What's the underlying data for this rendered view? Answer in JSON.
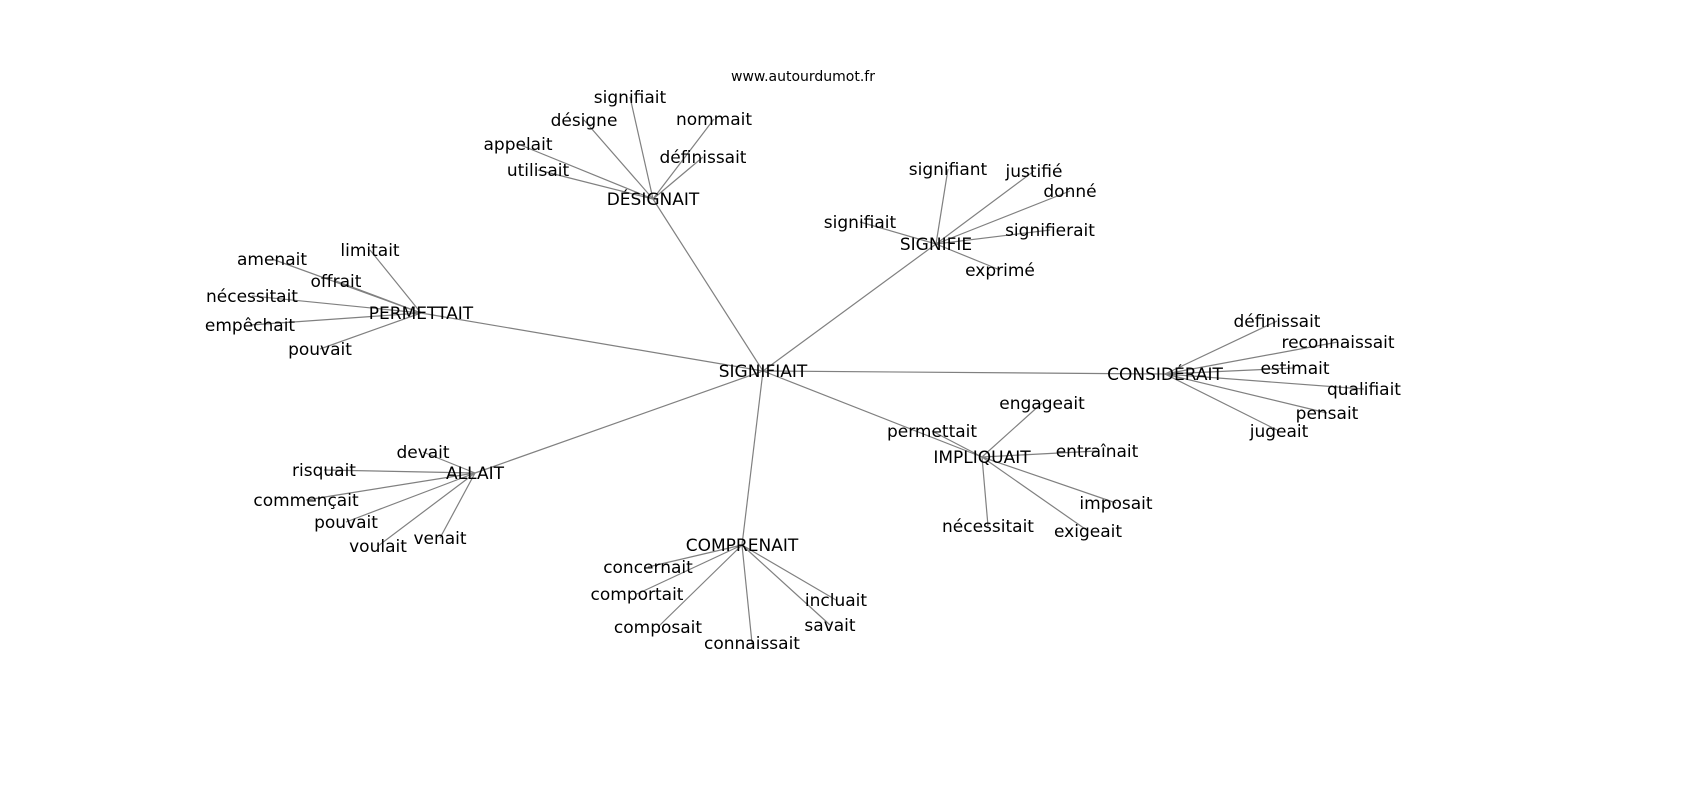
{
  "title": "www.autourdumot.fr",
  "colors": {
    "edge": "#808080",
    "text": "#000000",
    "background": "#ffffff"
  },
  "graph": {
    "center": "SIGNIFIAIT",
    "hubs": [
      {
        "label": "DÉSIGNAIT",
        "children": [
          "utilisait",
          "appelait",
          "désigne",
          "signifiait",
          "nommait",
          "définissait"
        ]
      },
      {
        "label": "SIGNIFIE",
        "children": [
          "signifiait",
          "signifiant",
          "justifié",
          "donné",
          "signifierait",
          "exprimé"
        ]
      },
      {
        "label": "PERMETTAIT",
        "children": [
          "limitait",
          "amenait",
          "offrait",
          "nécessitait",
          "empêchait",
          "pouvait"
        ]
      },
      {
        "label": "CONSIDÉRAIT",
        "children": [
          "définissait",
          "reconnaissait",
          "estimait",
          "qualifiait",
          "pensait",
          "jugeait"
        ]
      },
      {
        "label": "IMPLIQUAIT",
        "children": [
          "permettait",
          "engageait",
          "entraînait",
          "imposait",
          "nécessitait",
          "exigeait"
        ]
      },
      {
        "label": "ALLAIT",
        "children": [
          "devait",
          "risquait",
          "commençait",
          "pouvait",
          "voulait",
          "venait"
        ]
      },
      {
        "label": "COMPRENAIT",
        "children": [
          "concernait",
          "comportait",
          "composait",
          "connaissait",
          "savait",
          "incluait"
        ]
      }
    ]
  }
}
